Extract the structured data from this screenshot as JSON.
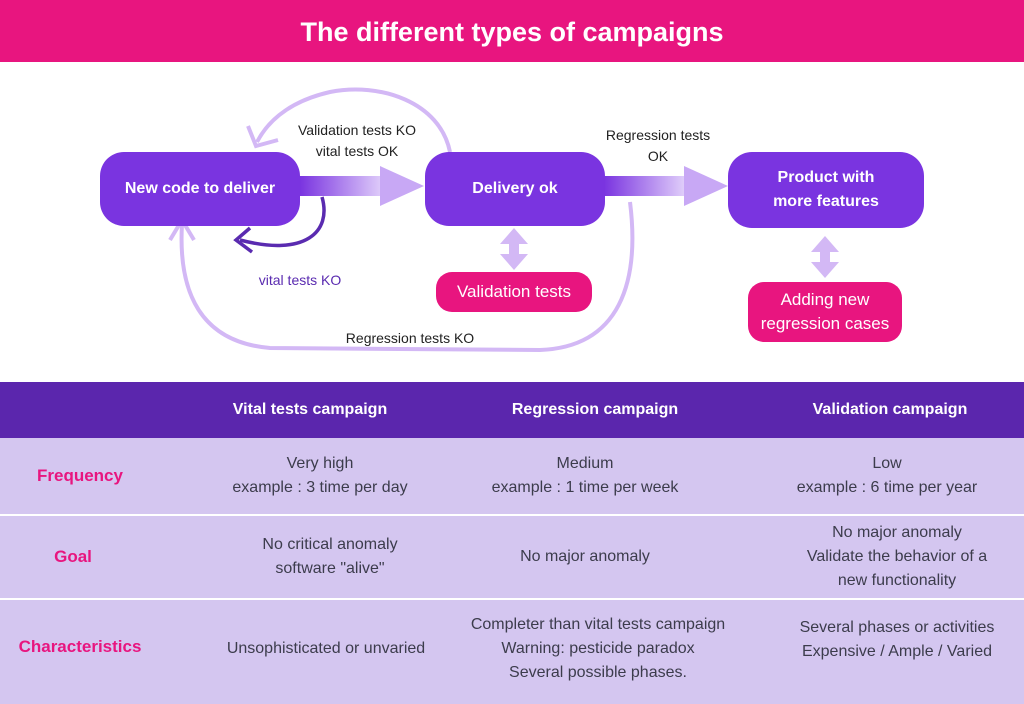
{
  "title": "The different types of campaigns",
  "diagram": {
    "nodes": {
      "new_code": "New code to deliver",
      "delivery_ok": "Delivery ok",
      "product": "Product with\nmore features"
    },
    "pills": {
      "validation_tests": "Validation tests",
      "adding_regression": "Adding new\nregression cases"
    },
    "labels": {
      "validation_ko": "Validation tests KO\nvital tests OK",
      "regression_ok": "Regression tests\nOK",
      "vital_ko": "vital tests KO",
      "regression_ko": "Regression tests KO"
    }
  },
  "table": {
    "columns": [
      "Vital tests campaign",
      "Regression campaign",
      "Validation campaign"
    ],
    "rows": [
      {
        "label": "Frequency",
        "cells": [
          "Very high\nexample : 3 time per day",
          "Medium\nexample : 1 time per week",
          "Low\nexample : 6 time per year"
        ]
      },
      {
        "label": "Goal",
        "cells": [
          "No critical anomaly\nsoftware \"alive\"",
          "No major anomaly",
          "No major anomaly\nValidate the behavior of a\nnew functionality"
        ]
      },
      {
        "label": "Characteristics",
        "cells": [
          "Unsophisticated or unvaried",
          "Completer than vital tests campaign\nWarning: pesticide paradox\nSeveral possible phases.",
          "Several phases or activities\nExpensive / Ample / Varied"
        ]
      }
    ]
  },
  "colors": {
    "accent_pink": "#e8157f",
    "node_purple": "#7a34e0",
    "header_purple": "#5b26ad",
    "row_lavender": "#d4c6f0",
    "arrow_lilac": "#d3b8f5"
  }
}
